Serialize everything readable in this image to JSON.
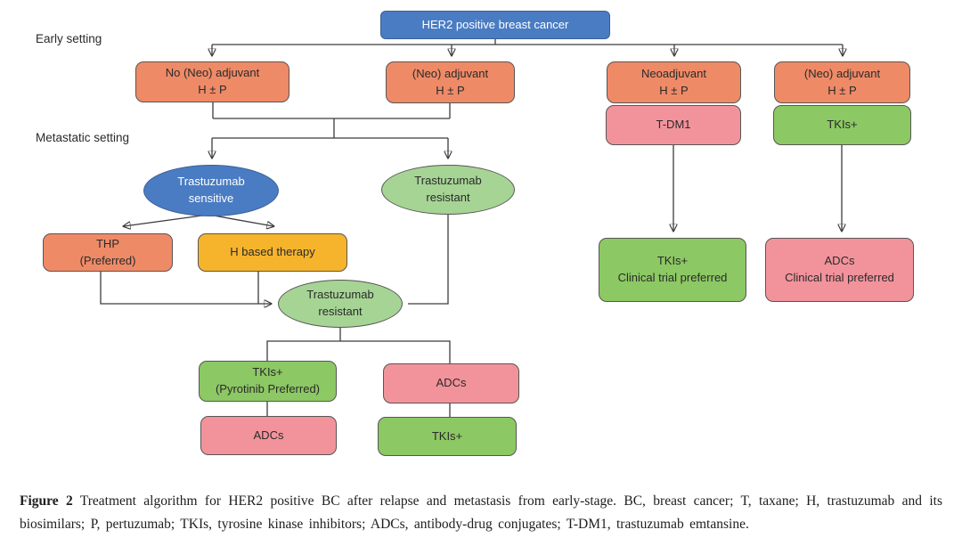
{
  "figure": {
    "stage_labels": {
      "early": "Early setting",
      "metastatic": "Metastatic setting"
    },
    "nodes": {
      "root": "HER2 positive breast cancer",
      "no_neo_adjuvant": "No (Neo) adjuvant\nH ± P",
      "neo_adjuvant_left": "(Neo) adjuvant\nH ± P",
      "neoadjuvant": "Neoadjuvant\nH ± P",
      "neo_adjuvant_right": "(Neo) adjuvant\nH ± P",
      "t_dm1": "T-DM1",
      "tkis_right": "TKIs+",
      "trastuzumab_sensitive": "Trastuzumab\nsensitive",
      "trastuzumab_resistant_upper": "Trastuzumab\nresistant",
      "thp_preferred": "THP\n(Preferred)",
      "h_based_therapy": "H based therapy",
      "trastuzumab_resistant_mid": "Trastuzumab\nresistant",
      "tkis_pyrotinib": "TKIs+\n(Pyrotinib Preferred)",
      "adcs_left": "ADCs",
      "adcs_mid": "ADCs",
      "tkis_mid": "TKIs+",
      "tkis_clinical_trial": "TKIs+\nClinical trial preferred",
      "adcs_clinical_trial": "ADCs\nClinical trial preferred"
    },
    "colors": {
      "blue": "#4a7cc3",
      "orange": "#ef8a67",
      "pink": "#f2939c",
      "green": "#8cc863",
      "light_green": "#a6d494",
      "yellow": "#f6b42d",
      "line": "#3c3c3c"
    },
    "caption": {
      "label": "Figure 2",
      "text": "Treatment algorithm for HER2 positive BC after relapse and metastasis from early-stage. BC, breast cancer; T, taxane; H, trastuzumab and its biosimilars; P, pertuzumab; TKIs, tyrosine kinase inhibitors; ADCs, antibody-drug conjugates; T-DM1, trastuzumab emtansine."
    }
  }
}
